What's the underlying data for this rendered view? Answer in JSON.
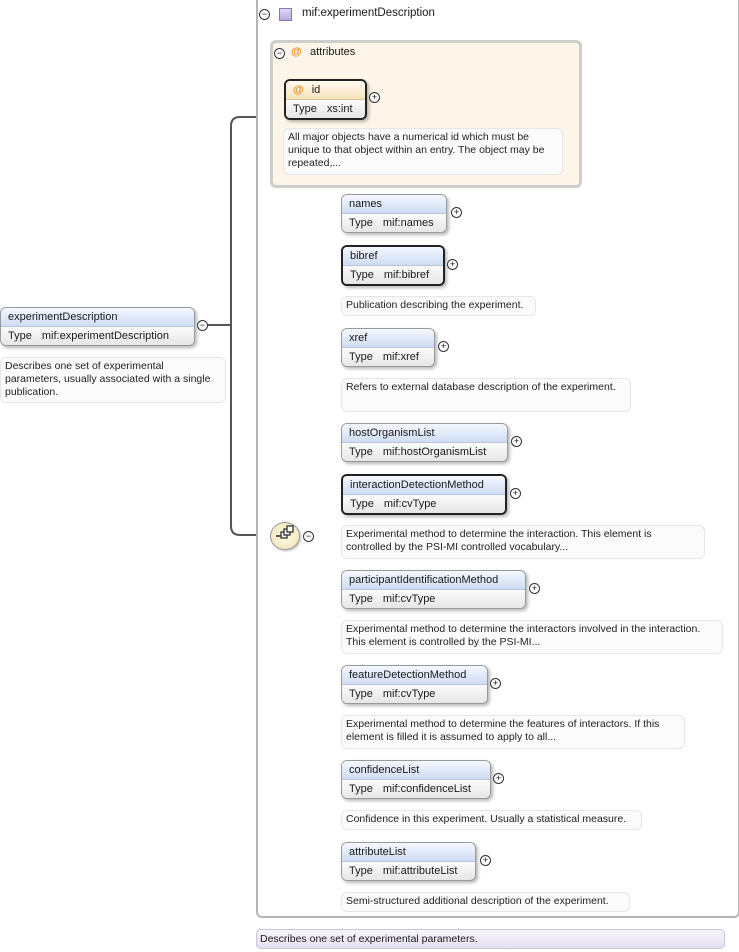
{
  "root": {
    "name": "experimentDescription",
    "type_label": "Type",
    "type": "mif:experimentDescription",
    "description": "Describes one set of experimental parameters, usually associated with a single publication."
  },
  "complex_type": {
    "name": "mif:experimentDescription",
    "description": "Describes one set of experimental parameters."
  },
  "attributes": {
    "title": "attributes",
    "id": {
      "name": "id",
      "type_label": "Type",
      "type": "xs:int",
      "description": "All major objects have a numerical id which must be unique to that object within an entry. The object may be repeated,..."
    }
  },
  "elements": [
    {
      "name": "names",
      "type_label": "Type",
      "type": "mif:names",
      "description": ""
    },
    {
      "name": "bibref",
      "type_label": "Type",
      "type": "mif:bibref",
      "description": "Publication describing the experiment."
    },
    {
      "name": "xref",
      "type_label": "Type",
      "type": "mif:xref",
      "description": "Refers to external database description of the experiment."
    },
    {
      "name": "hostOrganismList",
      "type_label": "Type",
      "type": "mif:hostOrganismList",
      "description": ""
    },
    {
      "name": "interactionDetectionMethod",
      "type_label": "Type",
      "type": "mif:cvType",
      "description": "Experimental method to determine the interaction. This element is controlled by the PSI-MI controlled vocabulary..."
    },
    {
      "name": "participantIdentificationMethod",
      "type_label": "Type",
      "type": "mif:cvType",
      "description": "Experimental method to determine the interactors involved in the interaction. This element is controlled by the PSI-MI..."
    },
    {
      "name": "featureDetectionMethod",
      "type_label": "Type",
      "type": "mif:cvType",
      "description": "Experimental method to determine the features of interactors. If this element is filled it is assumed to apply to all..."
    },
    {
      "name": "confidenceList",
      "type_label": "Type",
      "type": "mif:confidenceList",
      "description": "Confidence in this experiment. Usually a statistical measure."
    },
    {
      "name": "attributeList",
      "type_label": "Type",
      "type": "mif:attributeList",
      "description": "Semi-structured additional description of the experiment."
    }
  ],
  "symbols": {
    "collapse": "−",
    "expand": "+",
    "at": "@"
  }
}
